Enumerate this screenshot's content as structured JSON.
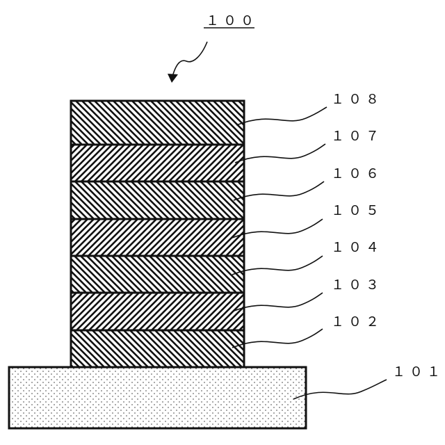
{
  "figure": {
    "main_label": "１００",
    "labels": [
      "１０８",
      "１０７",
      "１０６",
      "１０５",
      "１０４",
      "１０３",
      "１０２"
    ],
    "substrate_label": "１０１",
    "hatch_directions": [
      "back",
      "forward",
      "back",
      "forward",
      "back",
      "forward",
      "back"
    ]
  }
}
